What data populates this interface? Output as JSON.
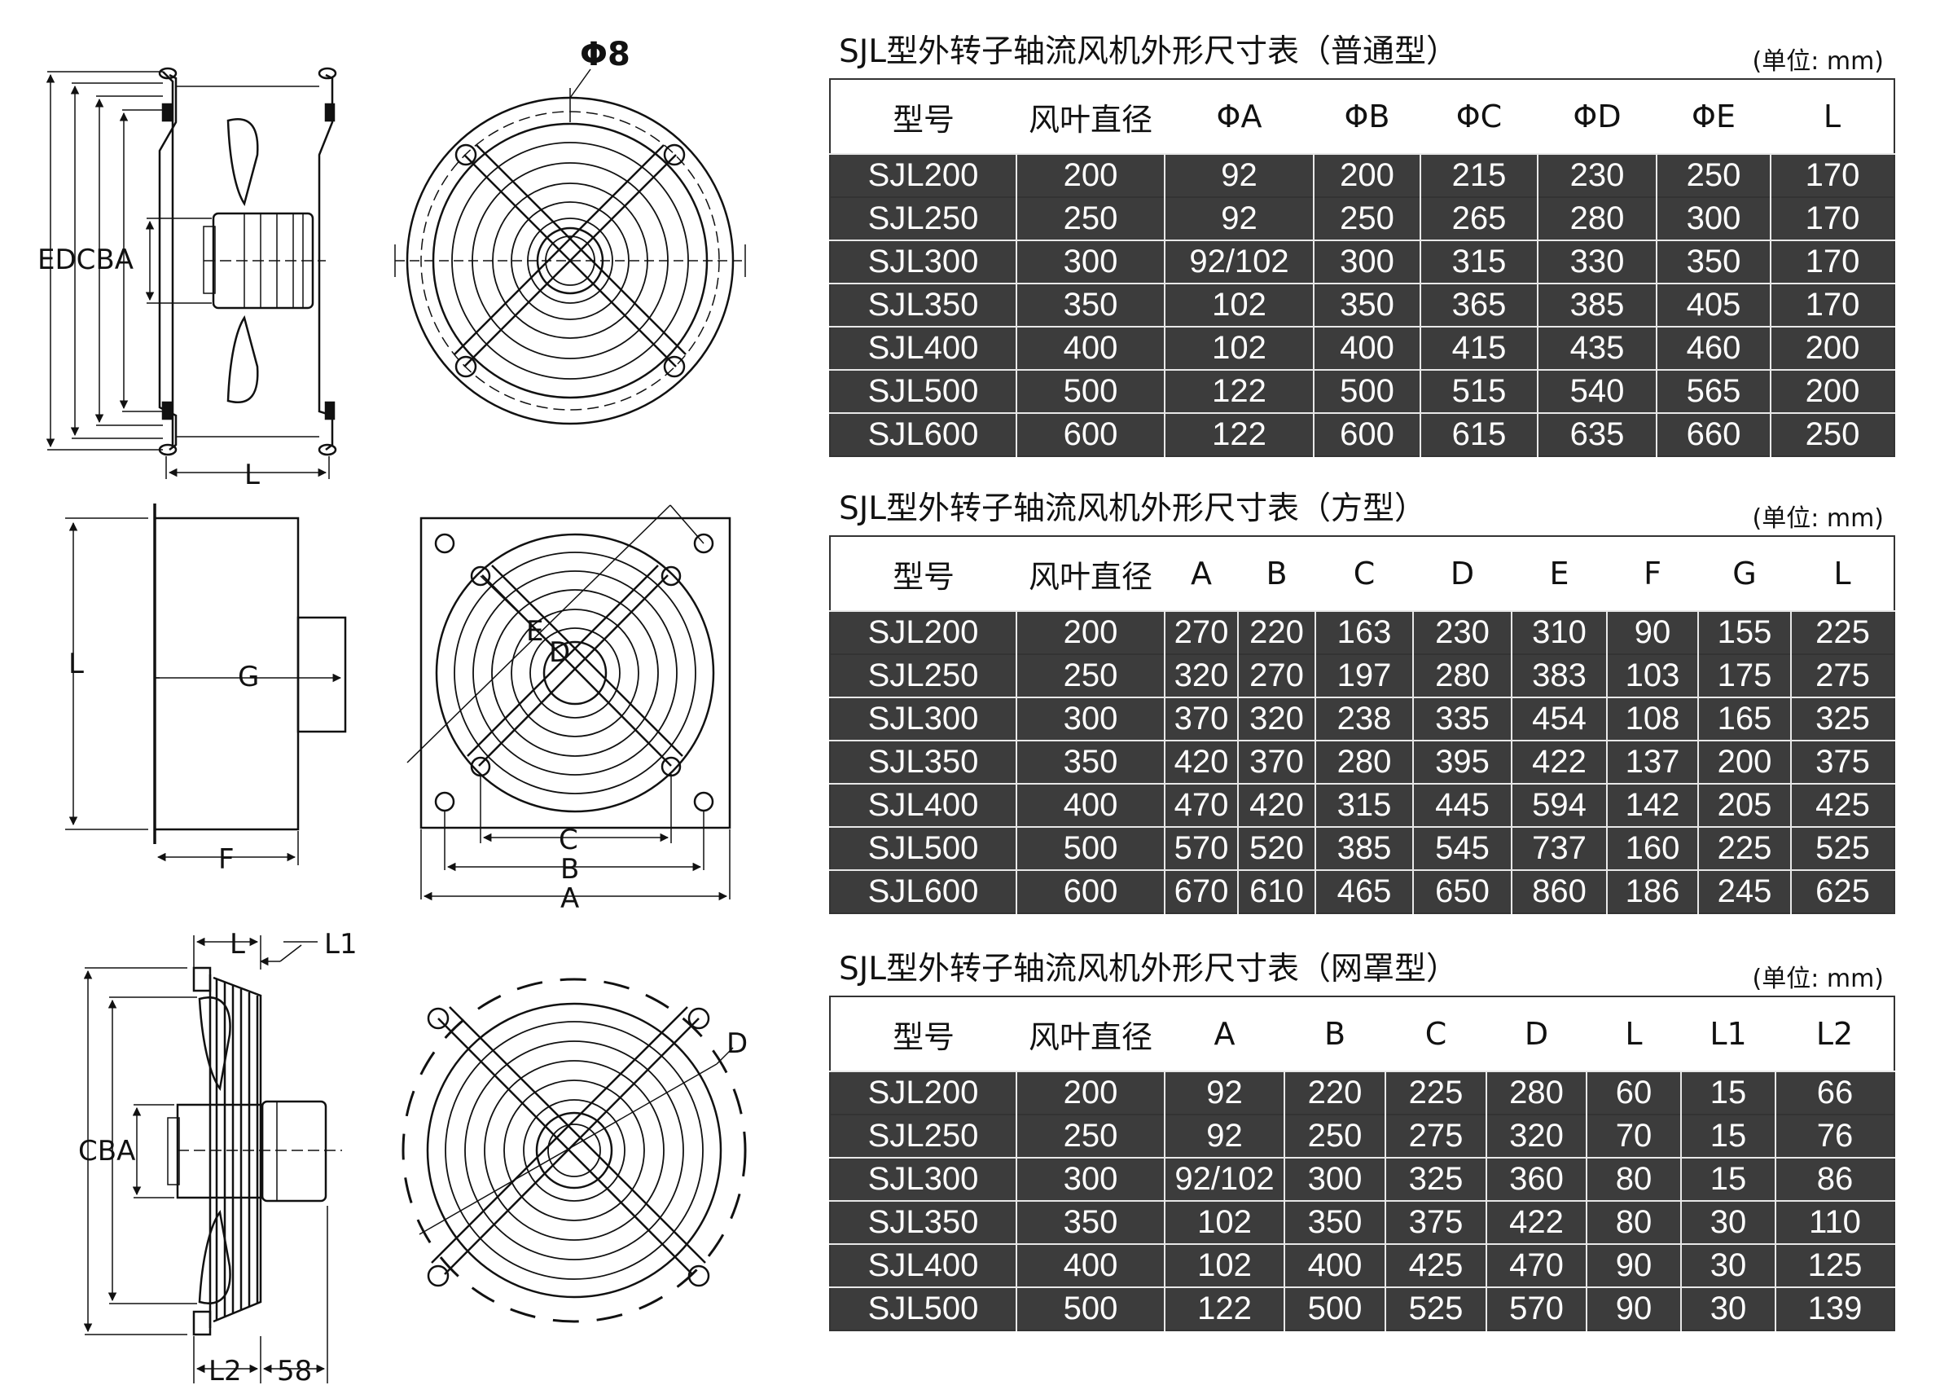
{
  "drawings": {
    "front_labels": {
      "phi8": "Φ8",
      "edcba": "EDCBA",
      "l": "L"
    },
    "square_labels": {
      "l": "L",
      "g": "G",
      "f": "F",
      "e": "E",
      "d": "D",
      "c": "C",
      "b": "B",
      "a": "A"
    },
    "mesh_labels": {
      "l": "L",
      "l1": "L1",
      "cba": "CBA",
      "d": "D",
      "l2": "L2",
      "n58": "58"
    }
  },
  "tables": [
    {
      "title": "SJL型外转子轴流风机外形尺寸表（普通型）",
      "unit": "(单位: mm)",
      "headers": [
        "型号",
        "风叶直径",
        "ΦA",
        "ΦB",
        "ΦC",
        "ΦD",
        "ΦE",
        "L"
      ],
      "rows": [
        [
          "SJL200",
          "200",
          "92",
          "200",
          "215",
          "230",
          "250",
          "170"
        ],
        [
          "SJL250",
          "250",
          "92",
          "250",
          "265",
          "280",
          "300",
          "170"
        ],
        [
          "SJL300",
          "300",
          "92/102",
          "300",
          "315",
          "330",
          "350",
          "170"
        ],
        [
          "SJL350",
          "350",
          "102",
          "350",
          "365",
          "385",
          "405",
          "170"
        ],
        [
          "SJL400",
          "400",
          "102",
          "400",
          "415",
          "435",
          "460",
          "200"
        ],
        [
          "SJL500",
          "500",
          "122",
          "500",
          "515",
          "540",
          "565",
          "200"
        ],
        [
          "SJL600",
          "600",
          "122",
          "600",
          "615",
          "635",
          "660",
          "250"
        ]
      ]
    },
    {
      "title": "SJL型外转子轴流风机外形尺寸表（方型）",
      "unit": "(单位: mm)",
      "headers": [
        "型号",
        "风叶直径",
        "A",
        "B",
        "C",
        "D",
        "E",
        "F",
        "G",
        "L"
      ],
      "rows": [
        [
          "SJL200",
          "200",
          "270",
          "220",
          "163",
          "230",
          "310",
          "90",
          "155",
          "225"
        ],
        [
          "SJL250",
          "250",
          "320",
          "270",
          "197",
          "280",
          "383",
          "103",
          "175",
          "275"
        ],
        [
          "SJL300",
          "300",
          "370",
          "320",
          "238",
          "335",
          "454",
          "108",
          "165",
          "325"
        ],
        [
          "SJL350",
          "350",
          "420",
          "370",
          "280",
          "395",
          "422",
          "137",
          "200",
          "375"
        ],
        [
          "SJL400",
          "400",
          "470",
          "420",
          "315",
          "445",
          "594",
          "142",
          "205",
          "425"
        ],
        [
          "SJL500",
          "500",
          "570",
          "520",
          "385",
          "545",
          "737",
          "160",
          "225",
          "525"
        ],
        [
          "SJL600",
          "600",
          "670",
          "610",
          "465",
          "650",
          "860",
          "186",
          "245",
          "625"
        ]
      ]
    },
    {
      "title": "SJL型外转子轴流风机外形尺寸表（网罩型）",
      "unit": "(单位: mm)",
      "headers": [
        "型号",
        "风叶直径",
        "A",
        "B",
        "C",
        "D",
        "L",
        "L1",
        "L2"
      ],
      "rows": [
        [
          "SJL200",
          "200",
          "92",
          "220",
          "225",
          "280",
          "60",
          "15",
          "66"
        ],
        [
          "SJL250",
          "250",
          "92",
          "250",
          "275",
          "320",
          "70",
          "15",
          "76"
        ],
        [
          "SJL300",
          "300",
          "92/102",
          "300",
          "325",
          "360",
          "80",
          "15",
          "86"
        ],
        [
          "SJL350",
          "350",
          "102",
          "350",
          "375",
          "422",
          "80",
          "30",
          "110"
        ],
        [
          "SJL400",
          "400",
          "102",
          "400",
          "425",
          "470",
          "90",
          "30",
          "125"
        ],
        [
          "SJL500",
          "500",
          "122",
          "500",
          "525",
          "570",
          "90",
          "30",
          "139"
        ]
      ]
    }
  ]
}
